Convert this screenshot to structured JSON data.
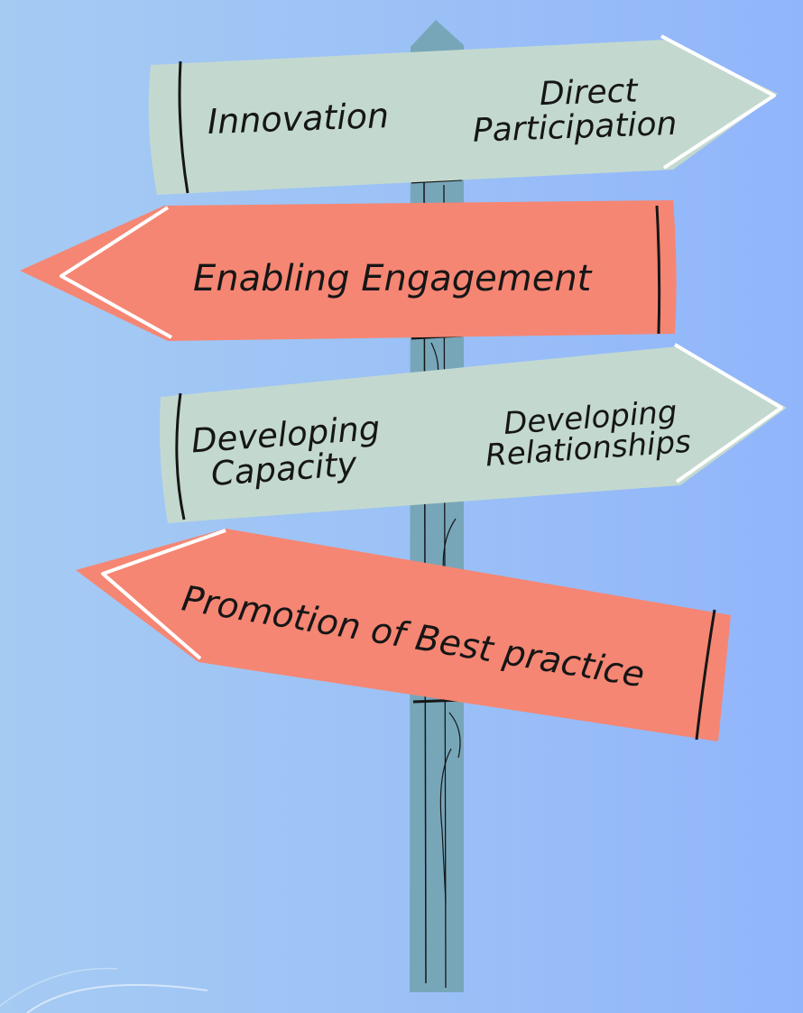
{
  "palette": {
    "background_left": "#a5cbf3",
    "background_right": "#91b5fb",
    "post": "#77a6b9",
    "sign_green": "#c3d9cf",
    "sign_red": "#f58673",
    "ink": "#161616",
    "highlight": "#ffffff"
  },
  "signs": {
    "sign1": {
      "direction": "right",
      "color": "green",
      "left_label": "Innovation",
      "right_label_line1": "Direct",
      "right_label_line2": "Participation"
    },
    "sign2": {
      "direction": "left",
      "color": "red",
      "label": "Enabling Engagement"
    },
    "sign3": {
      "direction": "right",
      "color": "green",
      "left_label_line1": "Developing",
      "left_label_line2": "Capacity",
      "right_label_line1": "Developing",
      "right_label_line2": "Relationships"
    },
    "sign4": {
      "direction": "left",
      "color": "red",
      "label": "Promotion of Best practice"
    }
  }
}
